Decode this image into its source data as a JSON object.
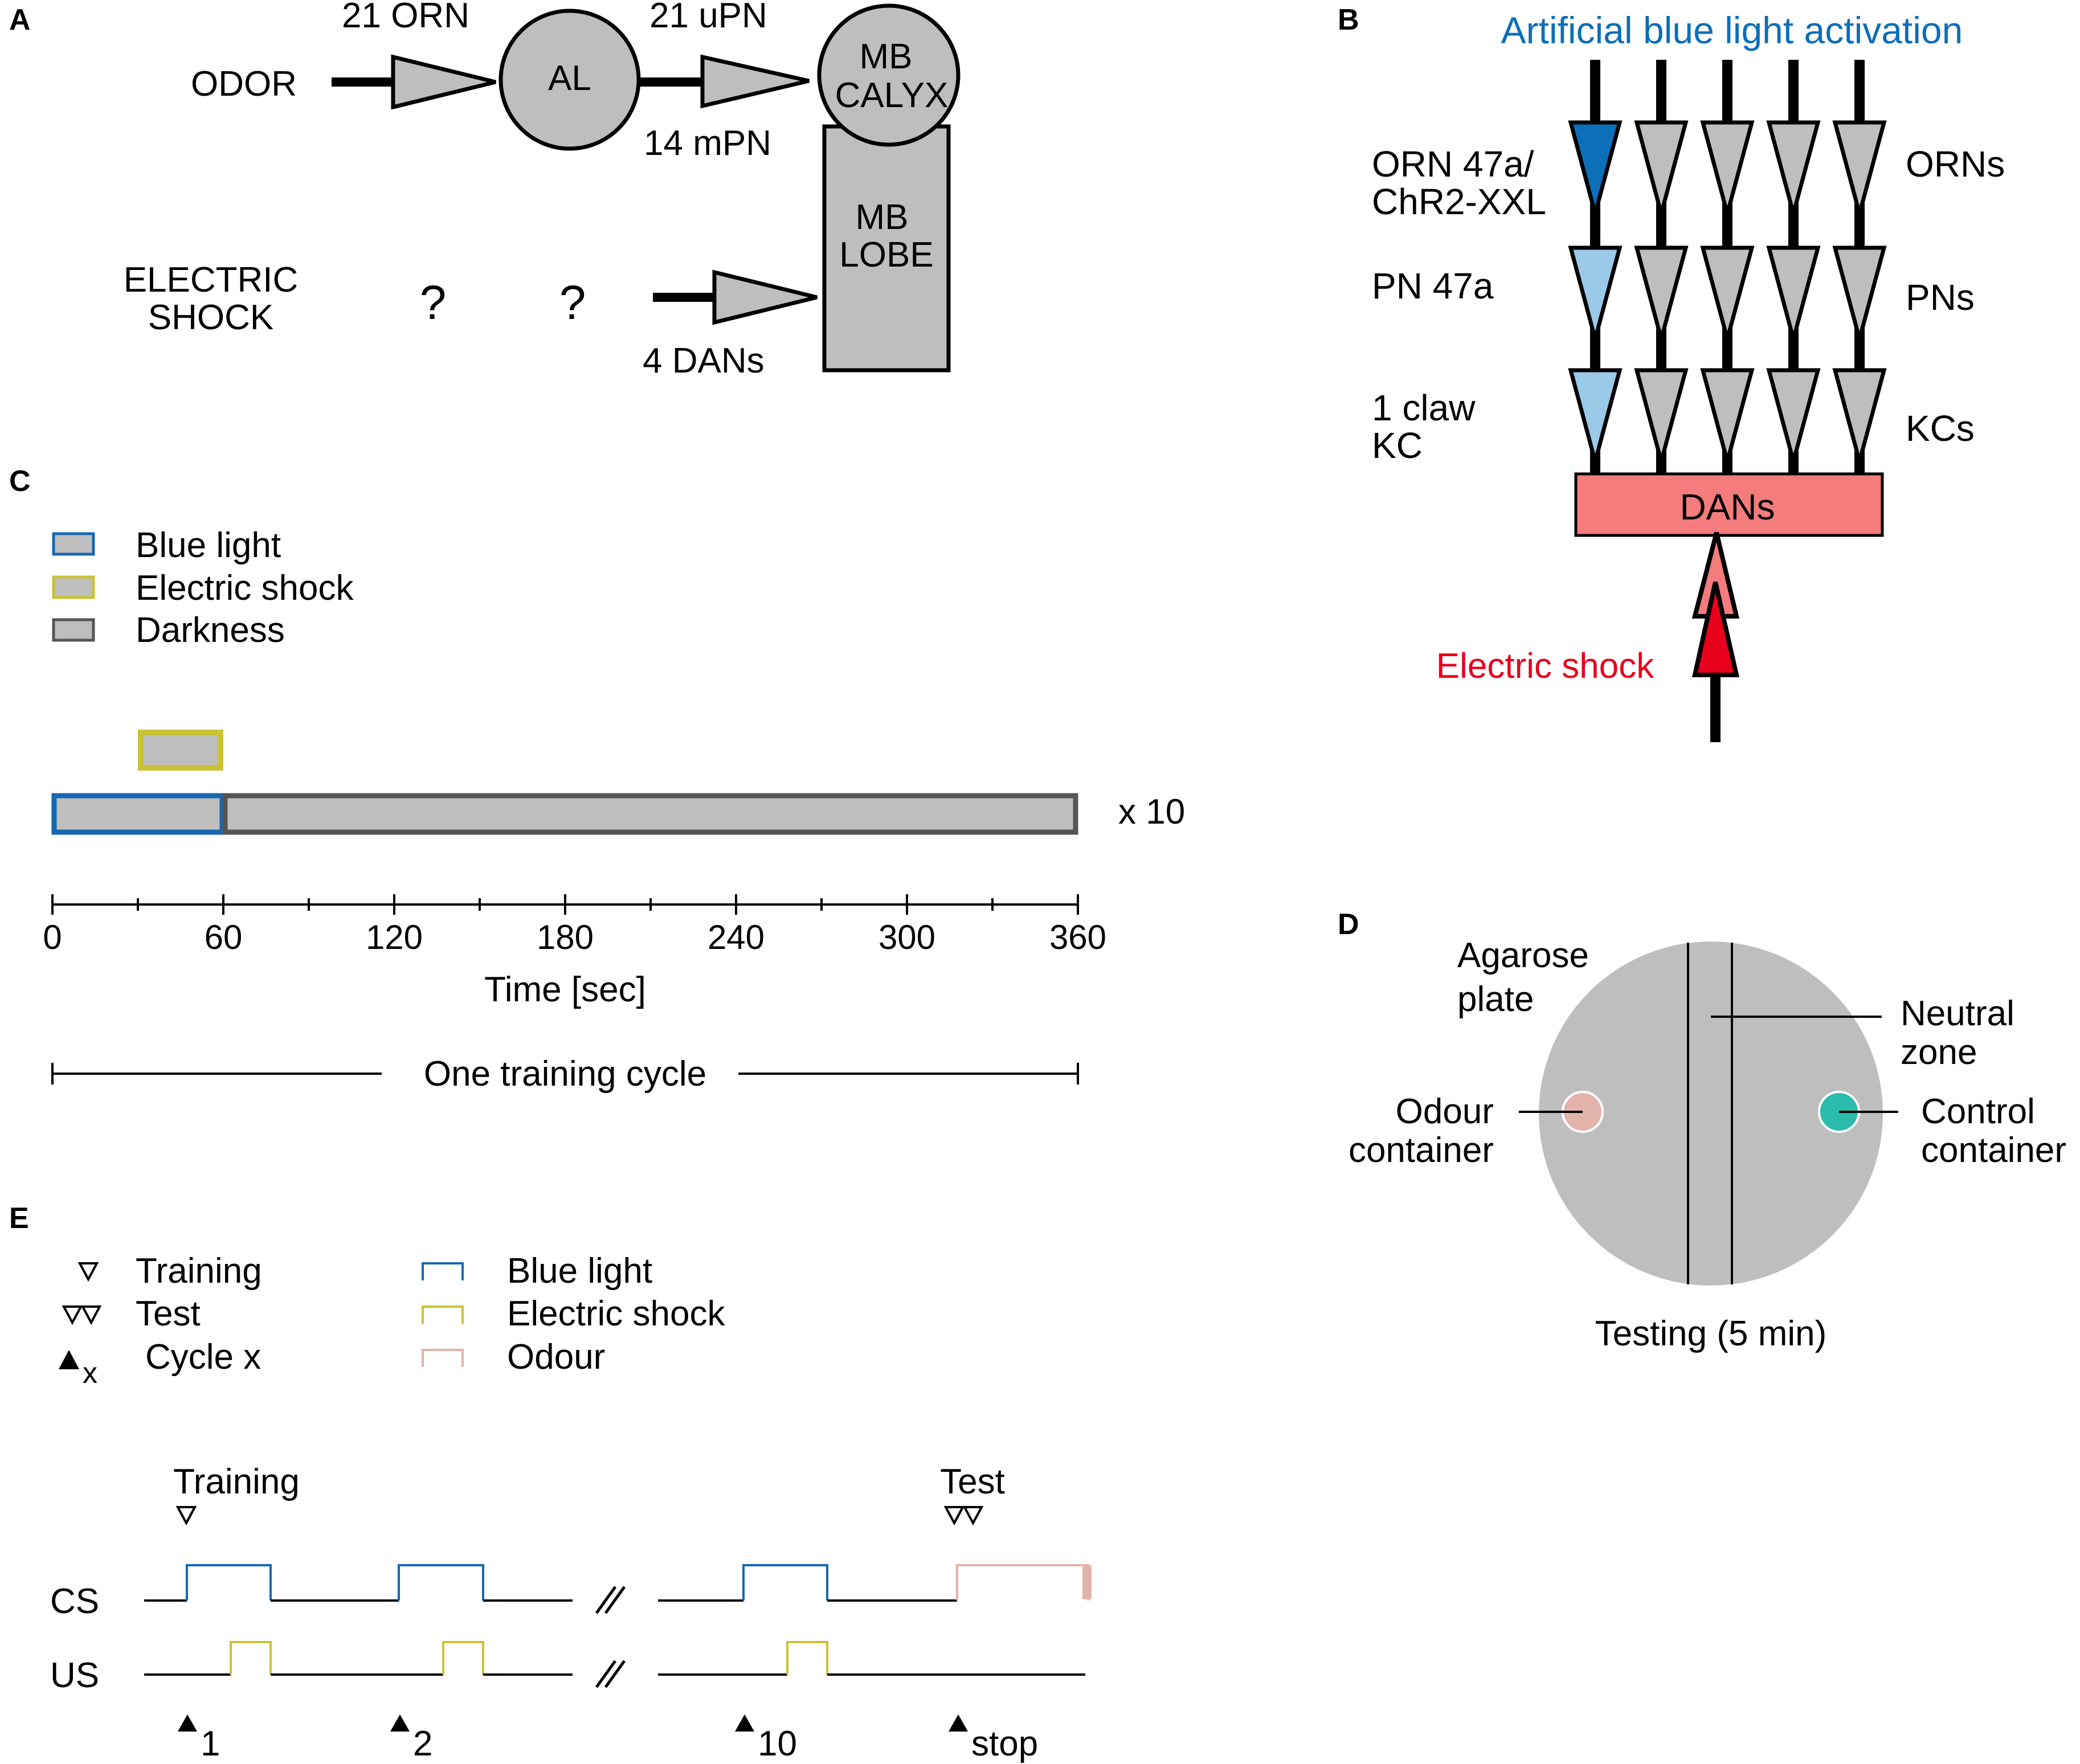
{
  "panels": {
    "a": {
      "letter": "A",
      "odor": "ODOR",
      "orn": "21 ORN",
      "al": "AL",
      "upn": "21 uPN",
      "mpn": "14 mPN",
      "mb_calyx_1": "MB",
      "mb_calyx_2": "CALYX",
      "mb_lobe_1": "MB",
      "mb_lobe_2": "LOBE",
      "shock_1": "ELECTRIC",
      "shock_2": "SHOCK",
      "q1": "?",
      "q2": "?",
      "dans": "4 DANs"
    },
    "b": {
      "letter": "B",
      "title": "Artificial blue light activation",
      "orn_left_1": "ORN 47a/",
      "orn_left_2": "ChR2-XXL",
      "pn_left": "PN 47a",
      "kc_left_1": "1 claw",
      "kc_left_2": "KC",
      "orns": "ORNs",
      "pns": "PNs",
      "kcs": "KCs",
      "dans": "DANs",
      "shock": "Electric shock"
    },
    "c": {
      "letter": "C",
      "legend": [
        "Blue light",
        "Electric shock",
        "Darkness"
      ],
      "repeat": "x 10",
      "ticks": [
        "0",
        "60",
        "120",
        "180",
        "240",
        "300",
        "360"
      ],
      "axis_label": "Time [sec]",
      "cycle": "One training cycle"
    },
    "d": {
      "letter": "D",
      "plate_1": "Agarose",
      "plate_2": "plate",
      "neutral_1": "Neutral",
      "neutral_2": "zone",
      "odour_1": "Odour",
      "odour_2": "container",
      "control_1": "Control",
      "control_2": "container",
      "testing": "Testing (5 min)"
    },
    "e": {
      "letter": "E",
      "legend_left": [
        "Training",
        "Test",
        "Cycle x"
      ],
      "legend_right": [
        "Blue light",
        "Electric shock",
        "Odour"
      ],
      "cycle_sub": "x",
      "training": "Training",
      "test": "Test",
      "cs": "CS",
      "us": "US",
      "markers": [
        "1",
        "2",
        "10",
        "stop"
      ]
    }
  },
  "colors": {
    "gray": "#bebebe",
    "dark_blue": "#0c6fb7",
    "light_blue": "#9bc9e8",
    "blue_line": "#1668b2",
    "yellow": "#c9c234",
    "dans": "#f47c7c",
    "shock_red": "#e8001c",
    "odour": "#e3b3ab",
    "control": "#2bbcae",
    "plate_label": "#b4b4b4",
    "dark_gray": "#555555"
  }
}
